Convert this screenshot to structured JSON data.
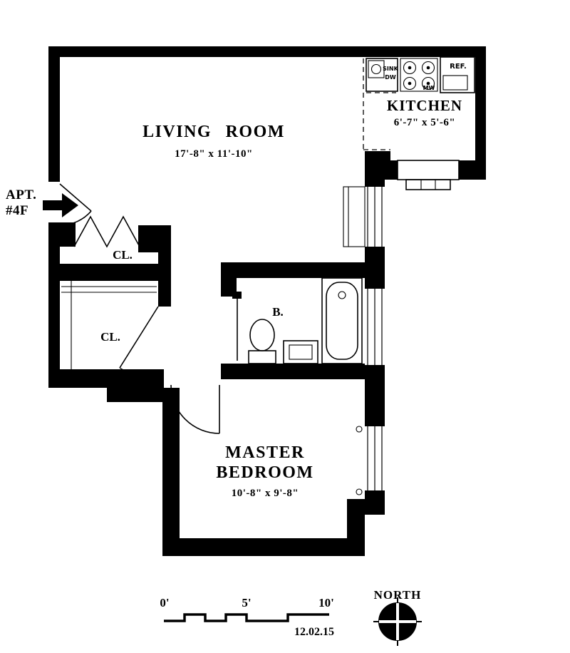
{
  "rooms": {
    "living_room": {
      "name": "LIVING ROOM",
      "dims": "17'-8\" x 11'-10\""
    },
    "kitchen": {
      "name": "KITCHEN",
      "dims": "6'-7\" x 5'-6\""
    },
    "master_bedroom": {
      "line1": "MASTER",
      "line2": "BEDROOM",
      "dims": "10'-8\" x 9'-8\""
    },
    "bathroom": {
      "label": "B."
    },
    "closet_upper": {
      "label": "CL."
    },
    "closet_lower": {
      "label": "CL."
    }
  },
  "entry": {
    "line1": "APT.",
    "line2": "#4F"
  },
  "appliances": {
    "sink": "SINK",
    "dishwasher": "DW",
    "microwave": "MW",
    "refrigerator": "REF."
  },
  "scale_bar": {
    "tick_0": "0'",
    "tick_5": "5'",
    "tick_10": "10'"
  },
  "compass": {
    "label": "NORTH"
  },
  "plan_date": "12.02.15",
  "colors": {
    "wall": "#000000",
    "background": "#ffffff",
    "line": "#000000"
  }
}
